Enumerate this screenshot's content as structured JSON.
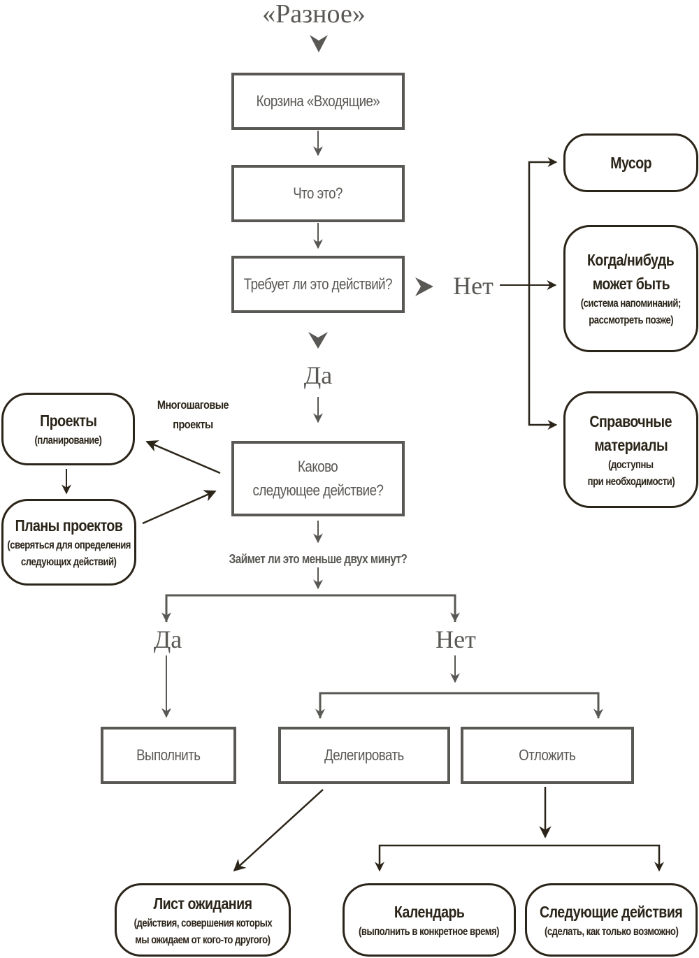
{
  "title": "«Разное»",
  "colors": {
    "gray": "#5a5854",
    "dark": "#2b2419"
  },
  "main_flow": {
    "inbox": "Корзина «Входящие»",
    "what_is_it": "Что это?",
    "actionable": "Требует ли это действий?",
    "actionable_no": "Нет",
    "actionable_yes": "Да",
    "next_action_line1": "Каково",
    "next_action_line2": "следующее действие?",
    "two_minutes": "Займет ли это меньше двух минут?",
    "two_min_yes": "Да",
    "two_min_no": "Нет"
  },
  "non_actionable": [
    {
      "title": "Мусор",
      "subtitle": []
    },
    {
      "title": [
        "Когда/нибудь",
        "может быть"
      ],
      "subtitle": [
        "(система напоминаний;",
        "рассмотреть позже)"
      ]
    },
    {
      "title": [
        "Справочные",
        "материалы"
      ],
      "subtitle": [
        "(доступны",
        "при необходимости)"
      ]
    }
  ],
  "projects": {
    "multistep_label": [
      "Многошаговые",
      "проекты"
    ],
    "projects_title": "Проекты",
    "projects_subtitle": "(планирование)",
    "plans_title": "Планы проектов",
    "plans_subtitle": [
      "(сверяться для определения",
      "следующих действий)"
    ]
  },
  "actions": {
    "do": "Выполнить",
    "delegate": "Делегировать",
    "defer": "Отложить"
  },
  "outcomes": {
    "waiting_title": "Лист ожидания",
    "waiting_subtitle": [
      "(действия, совершения которых",
      "мы ожидаем от кого-то другого)"
    ],
    "calendar_title": "Календарь",
    "calendar_subtitle": "(выполнить в конкретное время)",
    "next_title": "Следующие действия",
    "next_subtitle": "(сделать, как только возможно)"
  }
}
